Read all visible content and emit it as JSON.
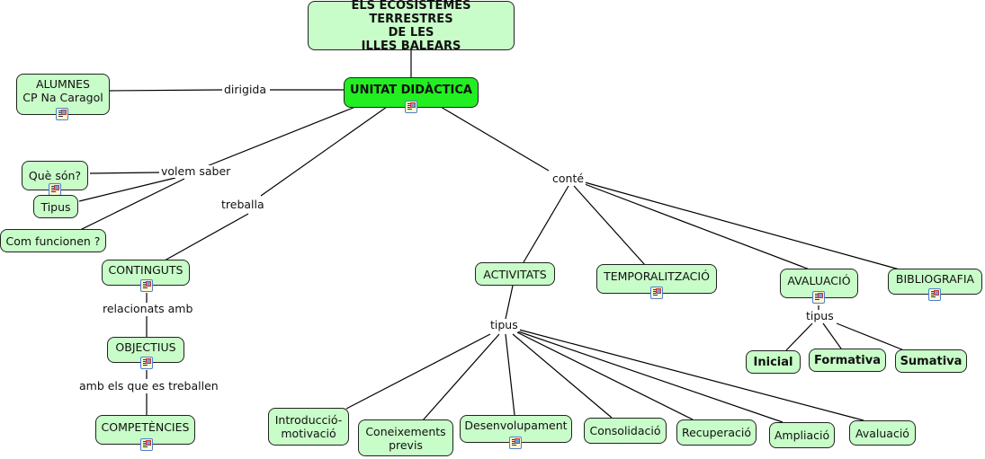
{
  "title_node": {
    "lines": [
      "ELS ECOSISTEMES TERRESTRES",
      "DE LES",
      "ILLES BALEARS"
    ]
  },
  "main_node": "UNITAT DIDÀCTICA",
  "alumnes_node": {
    "lines": [
      "ALUMNES",
      "CP Na Caragol"
    ]
  },
  "link_labels": {
    "dirigida": "dirigida",
    "volem_saber": "volem saber",
    "treballa": "treballa",
    "conte": "conté",
    "relacionats_amb": "relacionats amb",
    "amb_els_que": "amb els que es treballen",
    "tipus_activitats": "tipus",
    "tipus_avaluacio": "tipus"
  },
  "questions": [
    "Què són?",
    "Tipus",
    "Com funcionen ?"
  ],
  "left_chain": [
    "CONTINGUTS",
    "OBJECTIUS",
    "COMPETÈNCIES"
  ],
  "contains": [
    "ACTIVITATS",
    "TEMPORALITZACIÓ",
    "AVALUACIÓ",
    "BIBLIOGRAFIA"
  ],
  "activity_types": [
    {
      "lines": [
        "Introducció-",
        "motivació"
      ]
    },
    {
      "lines": [
        "Coneixements",
        "previs"
      ]
    },
    {
      "lines": [
        "Desenvolupament"
      ]
    },
    {
      "lines": [
        "Consolidació"
      ]
    },
    {
      "lines": [
        "Recuperació"
      ]
    },
    {
      "lines": [
        "Ampliació"
      ]
    },
    {
      "lines": [
        "Avaluació"
      ]
    }
  ],
  "evaluation_types": [
    "Inicial",
    "Formativa",
    "Sumativa"
  ],
  "colors": {
    "node_fill": "#c8fcc8",
    "main_fill": "#22ee22",
    "border": "#222222",
    "resource_icon_border": "#4a7fd0"
  },
  "resource_icon": "document-image-icon"
}
